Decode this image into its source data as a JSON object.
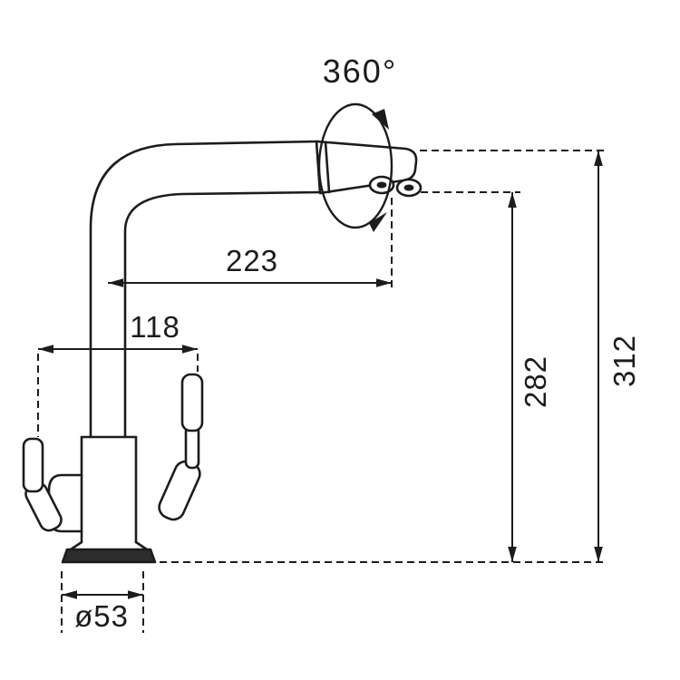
{
  "colors": {
    "ink": "#1c1c1c"
  },
  "diagram": {
    "rotation_label": "360°",
    "dims": {
      "spout_reach": "223",
      "handle_span": "118",
      "spout_height": "282",
      "total_height": "312",
      "base_diameter": "ø53"
    }
  }
}
